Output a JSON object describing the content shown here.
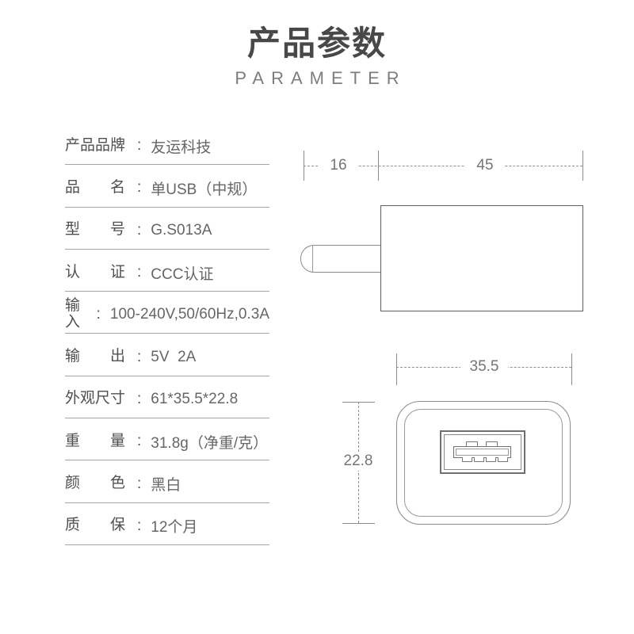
{
  "header": {
    "title_zh": "产品参数",
    "title_en": "PARAMETER"
  },
  "spec_table": {
    "colon": ":",
    "rows": [
      {
        "key": "brand",
        "label": "产品品牌",
        "value": "友运科技"
      },
      {
        "key": "product-name",
        "label": "品名",
        "value": "单USB（中规）"
      },
      {
        "key": "model",
        "label": "型号",
        "value": "G.S013A"
      },
      {
        "key": "certification",
        "label": "认证",
        "value": "CCC认证"
      },
      {
        "key": "input",
        "label": "输入",
        "value": "100-240V,50/60Hz,0.3A"
      },
      {
        "key": "output",
        "label": "输出",
        "value": "5V  2A"
      },
      {
        "key": "dimensions",
        "label": "外观尺寸",
        "value": "61*35.5*22.8"
      },
      {
        "key": "weight",
        "label": "重量",
        "value": "31.8g（净重/克）"
      },
      {
        "key": "color",
        "label": "颜色",
        "value": "黑白"
      },
      {
        "key": "warranty",
        "label": "质保",
        "value": "12个月"
      }
    ]
  },
  "diagrams": {
    "side_view": {
      "pin_length_label": "16",
      "body_length_label": "45"
    },
    "front_view": {
      "width_label": "35.5",
      "height_label": "22.8"
    }
  },
  "colors": {
    "title_text": "#484848",
    "subtitle_text": "#7d7d7d",
    "table_text": "#555555",
    "separator_line": "#a5a5a5",
    "drawing_line": "#8a8a8a",
    "dimension_text": "#757575",
    "background": "#ffffff"
  }
}
